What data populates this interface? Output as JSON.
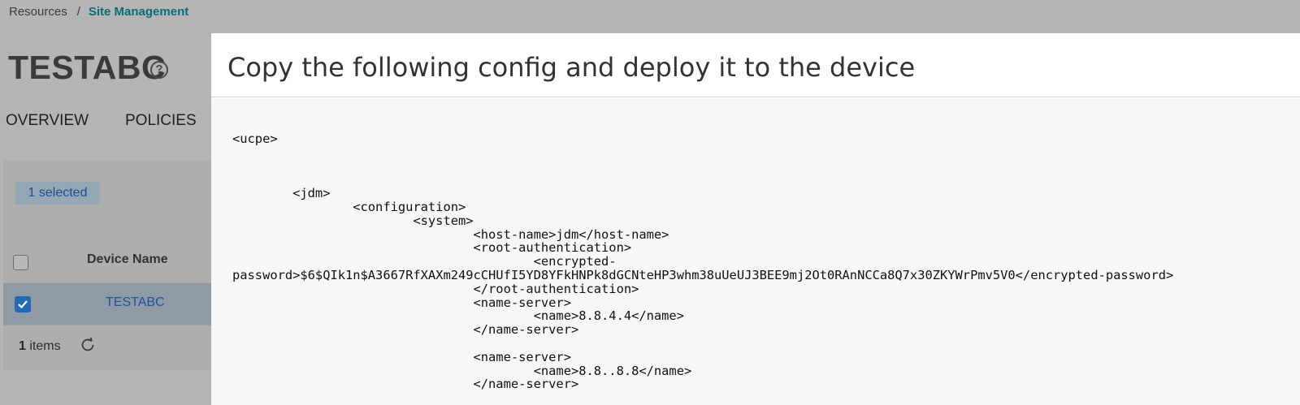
{
  "breadcrumb": {
    "parent": "Resources",
    "separator": "/",
    "current": "Site Management"
  },
  "site": {
    "title": "TESTABC",
    "help_icon": "?"
  },
  "tabs": [
    {
      "label": "OVERVIEW"
    },
    {
      "label": "POLICIES"
    }
  ],
  "list": {
    "selected_badge": "1 selected",
    "columns": [
      {
        "label": "Device Name"
      }
    ],
    "rows": [
      {
        "device_name": "TESTABC",
        "checked": true
      }
    ],
    "footer": {
      "count": "1",
      "count_suffix": " items"
    }
  },
  "modal": {
    "title": "Copy the following config and deploy it to the device",
    "config_text": "<ucpe>\n\n\n\n        <jdm>\n                <configuration>\n                        <system>\n                                <host-name>jdm</host-name>\n                                <root-authentication>\n                                        <encrypted-\npassword>$6$QIk1n$A3667RfXAXm249cCHUfI5YD8YFkHNPk8dGCNteHP3whm38uUeUJ3BEE9mj2Ot0RAnNCCa8Q7x30ZKYWrPmv5V0</encrypted-password>\n                                </root-authentication>\n                                <name-server>\n                                        <name>8.8.4.4</name>\n                                </name-server>\n\n                                <name-server>\n                                        <name>8.8..8.8</name>\n                                </name-server>"
  }
}
